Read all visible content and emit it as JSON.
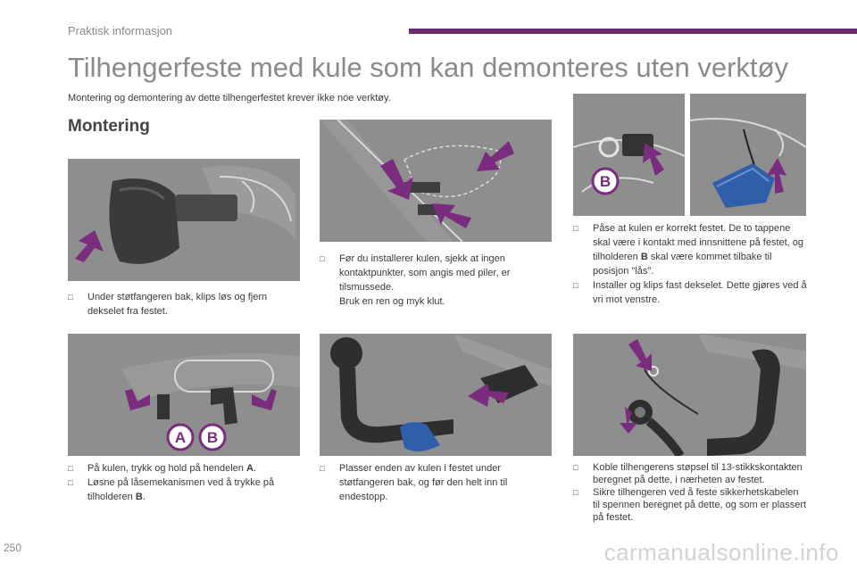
{
  "header": {
    "section": "Praktisk informasjon",
    "title": "Tilhengerfeste med kule som kan demonteres uten verktøy",
    "subtitle": "Montering og demontering av dette tilhengerfestet krever ikke noe verktøy.",
    "heading": "Montering"
  },
  "bullet_icon": "square-checkbox-icon",
  "colors": {
    "accent": "#6b2c6f",
    "arrow": "#7a2d7e",
    "figure_bg": "#8e8e8e",
    "connector": "#2f5fa8"
  },
  "steps": {
    "s1": {
      "b1": "Under støtfangeren bak, klips løs og fjern dekselet fra festet."
    },
    "s2": {
      "b1": "Før du installerer kulen, sjekk at ingen kontaktpunkter, som angis med piler, er tilsmussede.",
      "b1_line2": "Bruk en ren og myk klut."
    },
    "s3": {
      "b1_pre": "Påse at kulen er korrekt festet. De to tappene skal være i kontakt med innsnittene på festet, og tilholderen ",
      "b1_key": "B",
      "b1_post": " skal være kommet tilbake til posisjon \"lås\".",
      "b2": "Installer og klips fast dekselet. Dette gjøres ved å vri mot venstre."
    },
    "s4": {
      "b1_pre": "På kulen, trykk og hold på hendelen ",
      "b1_key": "A",
      "b1_post": ".",
      "b2_pre": "Løsne på låsemekanismen ved å trykke på tilholderen ",
      "b2_key": "B",
      "b2_post": "."
    },
    "s5": {
      "b1": "Plasser enden av kulen i festet under støtfangeren bak, og før den helt inn til endestopp."
    },
    "s6": {
      "b1": "Koble tilhengerens støpsel til 13-stikkskontakten beregnet på dette, i nærheten av festet.",
      "b2": "Sikre tilhengeren ved å feste sikkerhetskabelen til spennen beregnet på dette, og som er plassert på festet."
    }
  },
  "figure_labels": {
    "a": "A",
    "b": "B"
  },
  "footer": {
    "page_number": "250",
    "watermark": "carmanualsonline.info"
  }
}
